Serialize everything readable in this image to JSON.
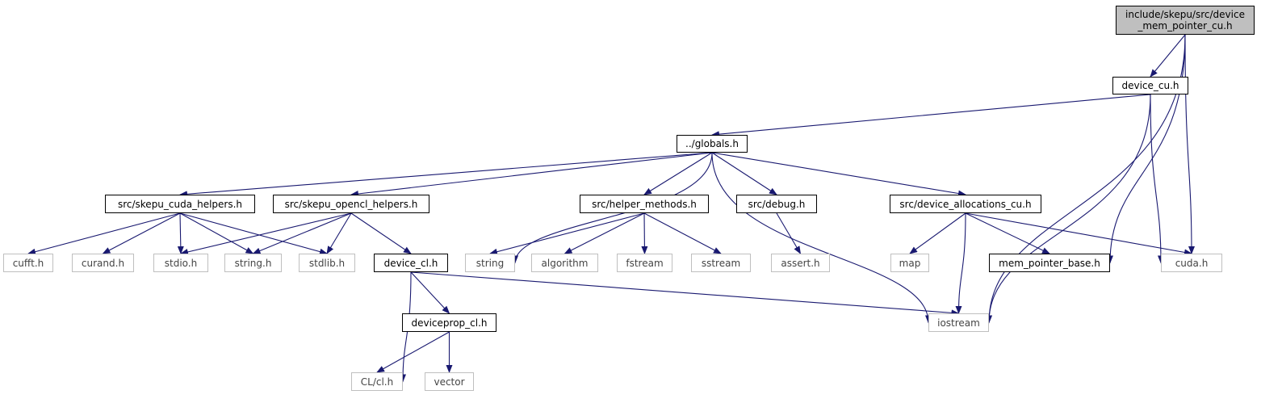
{
  "colors": {
    "edge": "#191970",
    "root_fill": "#bfbfbf",
    "local_border": "#000000",
    "system_border": "#bfbfbf"
  },
  "nodes": [
    {
      "id": "root",
      "label_lines": [
        "include/skepu/src/device",
        "_mem_pointer_cu.h"
      ],
      "kind": "root"
    },
    {
      "id": "device_cu",
      "label": "device_cu.h",
      "kind": "local"
    },
    {
      "id": "globals",
      "label": "../globals.h",
      "kind": "local"
    },
    {
      "id": "cuda_helpers",
      "label": "src/skepu_cuda_helpers.h",
      "kind": "local"
    },
    {
      "id": "opencl_helpers",
      "label": "src/skepu_opencl_helpers.h",
      "kind": "local"
    },
    {
      "id": "helper_methods",
      "label": "src/helper_methods.h",
      "kind": "local"
    },
    {
      "id": "debug",
      "label": "src/debug.h",
      "kind": "local"
    },
    {
      "id": "dev_alloc",
      "label": "src/device_allocations_cu.h",
      "kind": "local"
    },
    {
      "id": "cufft",
      "label": "cufft.h",
      "kind": "system"
    },
    {
      "id": "curand",
      "label": "curand.h",
      "kind": "system"
    },
    {
      "id": "stdio",
      "label": "stdio.h",
      "kind": "system"
    },
    {
      "id": "string_h",
      "label": "string.h",
      "kind": "system"
    },
    {
      "id": "stdlib",
      "label": "stdlib.h",
      "kind": "system"
    },
    {
      "id": "device_cl",
      "label": "device_cl.h",
      "kind": "local"
    },
    {
      "id": "string",
      "label": "string",
      "kind": "system"
    },
    {
      "id": "algorithm",
      "label": "algorithm",
      "kind": "system"
    },
    {
      "id": "fstream",
      "label": "fstream",
      "kind": "system"
    },
    {
      "id": "sstream",
      "label": "sstream",
      "kind": "system"
    },
    {
      "id": "assert",
      "label": "assert.h",
      "kind": "system"
    },
    {
      "id": "map",
      "label": "map",
      "kind": "system"
    },
    {
      "id": "mem_pointer_base",
      "label": "mem_pointer_base.h",
      "kind": "local"
    },
    {
      "id": "cuda",
      "label": "cuda.h",
      "kind": "system"
    },
    {
      "id": "deviceprop_cl",
      "label": "deviceprop_cl.h",
      "kind": "local"
    },
    {
      "id": "iostream",
      "label": "iostream",
      "kind": "system"
    },
    {
      "id": "cl_cl",
      "label": "CL/cl.h",
      "kind": "system"
    },
    {
      "id": "vector",
      "label": "vector",
      "kind": "system"
    }
  ],
  "edges": [
    [
      "root",
      "device_cu"
    ],
    [
      "root",
      "mem_pointer_base"
    ],
    [
      "root",
      "cuda"
    ],
    [
      "root",
      "iostream"
    ],
    [
      "device_cu",
      "globals"
    ],
    [
      "device_cu",
      "cuda"
    ],
    [
      "device_cu",
      "iostream"
    ],
    [
      "globals",
      "cuda_helpers"
    ],
    [
      "globals",
      "opencl_helpers"
    ],
    [
      "globals",
      "string"
    ],
    [
      "globals",
      "helper_methods"
    ],
    [
      "globals",
      "debug"
    ],
    [
      "globals",
      "dev_alloc"
    ],
    [
      "globals",
      "iostream"
    ],
    [
      "cuda_helpers",
      "cufft"
    ],
    [
      "cuda_helpers",
      "curand"
    ],
    [
      "cuda_helpers",
      "stdio"
    ],
    [
      "cuda_helpers",
      "string_h"
    ],
    [
      "cuda_helpers",
      "stdlib"
    ],
    [
      "opencl_helpers",
      "stdio"
    ],
    [
      "opencl_helpers",
      "string_h"
    ],
    [
      "opencl_helpers",
      "stdlib"
    ],
    [
      "opencl_helpers",
      "device_cl"
    ],
    [
      "helper_methods",
      "string"
    ],
    [
      "helper_methods",
      "algorithm"
    ],
    [
      "helper_methods",
      "fstream"
    ],
    [
      "helper_methods",
      "sstream"
    ],
    [
      "debug",
      "assert"
    ],
    [
      "dev_alloc",
      "map"
    ],
    [
      "dev_alloc",
      "mem_pointer_base"
    ],
    [
      "dev_alloc",
      "cuda"
    ],
    [
      "dev_alloc",
      "iostream"
    ],
    [
      "device_cl",
      "deviceprop_cl"
    ],
    [
      "device_cl",
      "cl_cl"
    ],
    [
      "device_cl",
      "iostream"
    ],
    [
      "deviceprop_cl",
      "cl_cl"
    ],
    [
      "deviceprop_cl",
      "vector"
    ]
  ]
}
